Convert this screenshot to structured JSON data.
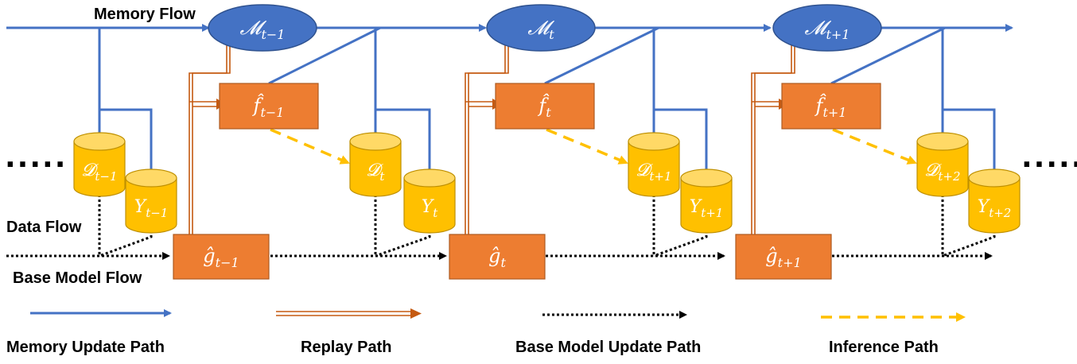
{
  "labels": {
    "memory_flow": "Memory Flow",
    "data_flow": "Data Flow",
    "base_model_flow": "Base Model Flow",
    "ellipsis": "....."
  },
  "colors": {
    "memory_blue": "#4472C4",
    "orange_box": "#ED7D31",
    "replay_orange": "#C55A11",
    "data_gold": "#FFC000",
    "inference_yellow": "#FFC000",
    "black": "#000000"
  },
  "stages": [
    {
      "memory": "𝓜",
      "memory_sub": "t−1",
      "f": "f̂",
      "f_sub": "t−1",
      "g": "ĝ",
      "g_sub": "t−1",
      "d": "𝓓",
      "d_sub": "t−1",
      "y": "Y",
      "y_sub": "t−1",
      "next_d": "𝓓",
      "next_d_sub": "t"
    },
    {
      "memory": "𝓜",
      "memory_sub": "t",
      "f": "f̂",
      "f_sub": "t",
      "g": "ĝ",
      "g_sub": "t",
      "d": "𝓓",
      "d_sub": "t",
      "y": "Y",
      "y_sub": "t",
      "next_d": "𝓓",
      "next_d_sub": "t+1"
    },
    {
      "memory": "𝓜",
      "memory_sub": "t+1",
      "f": "f̂",
      "f_sub": "t+1",
      "g": "ĝ",
      "g_sub": "t+1",
      "d": "𝓓",
      "d_sub": "t+1",
      "y": "Y",
      "y_sub": "t+1",
      "next_d": "𝓓",
      "next_d_sub": "t+2"
    }
  ],
  "data_pairs": [
    {
      "d": "𝓓",
      "d_sub": "t−1",
      "y": "Y",
      "y_sub": "t−1"
    },
    {
      "d": "𝓓",
      "d_sub": "t",
      "y": "Y",
      "y_sub": "t"
    },
    {
      "d": "𝓓",
      "d_sub": "t+1",
      "y": "Y",
      "y_sub": "t+1"
    },
    {
      "d": "𝓓",
      "d_sub": "t+2",
      "y": "Y",
      "y_sub": "t+2"
    }
  ],
  "legend": {
    "memory_update": "Memory Update Path",
    "replay": "Replay Path",
    "base_model_update": "Base Model Update Path",
    "inference": "Inference Path"
  }
}
